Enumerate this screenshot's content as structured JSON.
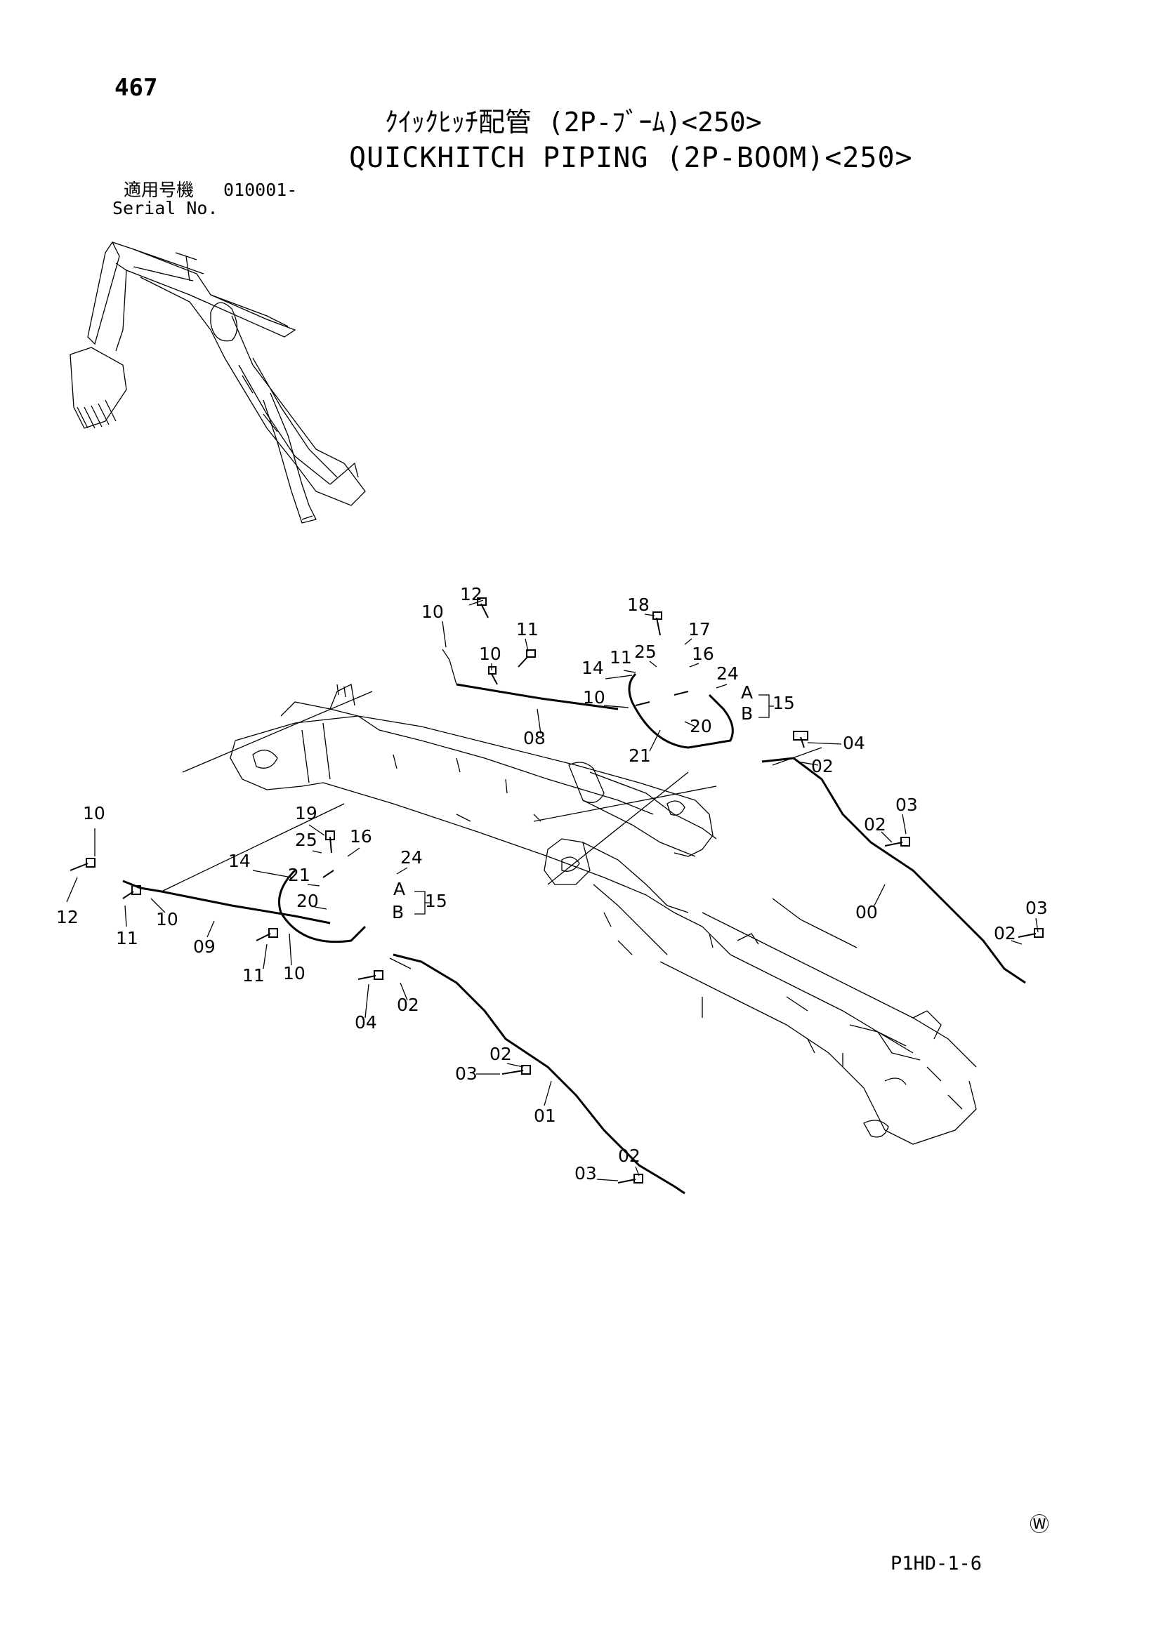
{
  "header": {
    "page_number": "467",
    "title_jp": "ｸｲｯｸﾋｯﾁ配管 (2P-ﾌﾞｰﾑ)<250>",
    "title_en": "QUICKHITCH PIPING (2P-BOOM)<250>",
    "serial_label_jp": "適用号機",
    "serial_value": "010001-",
    "serial_label_en": "Serial No."
  },
  "callouts": {
    "c12a": "12",
    "c10a": "10",
    "c10b": "10",
    "c11a": "11",
    "c08": "08",
    "c18": "18",
    "c17": "17",
    "c25a": "25",
    "c11b": "11",
    "c14a": "14",
    "c16a": "16",
    "c24a": "24",
    "c10c": "10",
    "cAa": "A",
    "cBa": "B",
    "c15a": "15",
    "c20a": "20",
    "c21a": "21",
    "c04a": "04",
    "c02a": "02",
    "c10d": "10",
    "c12b": "12",
    "c11c": "11",
    "c10e": "10",
    "c09": "09",
    "c19": "19",
    "c25b": "25",
    "c16b": "16",
    "c14b": "14",
    "c21b": "21",
    "c24b": "24",
    "cAb": "A",
    "cBb": "B",
    "c15b": "15",
    "c20b": "20",
    "c11d": "11",
    "c10f": "10",
    "c04b": "04",
    "c02b": "02",
    "c03a": "03",
    "c02c": "02",
    "c00": "00",
    "c03b": "03",
    "c02d": "02",
    "c02e": "02",
    "c03c": "03",
    "c01": "01",
    "c02f": "02",
    "c03d": "03"
  },
  "footer": {
    "symbol": "Ⓦ",
    "page_code": "P1HD-1-6"
  }
}
